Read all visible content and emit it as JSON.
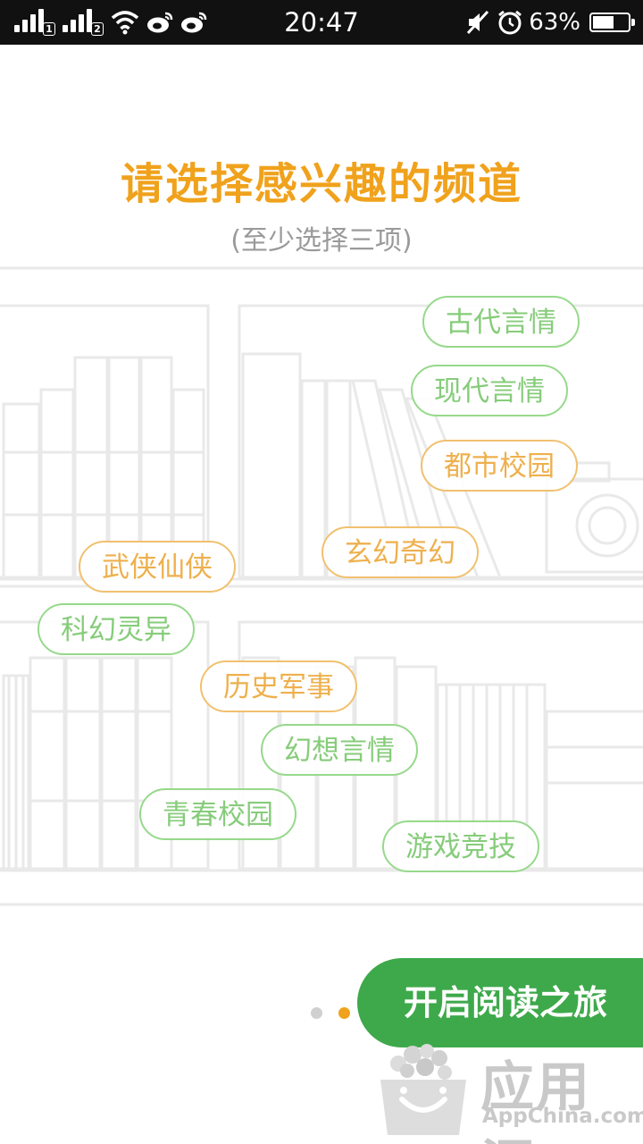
{
  "status_bar": {
    "sim1": "1",
    "sim2": "2",
    "time": "20:47",
    "battery_percent": "63%",
    "battery_level": 0.63,
    "icons": [
      "signal-icon",
      "signal-icon",
      "wifi-icon",
      "weibo-icon",
      "weibo-icon",
      "mute-icon",
      "alarm-icon",
      "battery-icon"
    ]
  },
  "header": {
    "title": "请选择感兴趣的频道",
    "subtitle": "(至少选择三项)"
  },
  "channels": [
    {
      "label": "古代言情",
      "color": "green"
    },
    {
      "label": "现代言情",
      "color": "green"
    },
    {
      "label": "都市校园",
      "color": "orange"
    },
    {
      "label": "玄幻奇幻",
      "color": "orange"
    },
    {
      "label": "武侠仙侠",
      "color": "orange"
    },
    {
      "label": "科幻灵异",
      "color": "green"
    },
    {
      "label": "历史军事",
      "color": "orange"
    },
    {
      "label": "幻想言情",
      "color": "green"
    },
    {
      "label": "青春校园",
      "color": "green"
    },
    {
      "label": "游戏竞技",
      "color": "green"
    }
  ],
  "pager": {
    "pages": 2,
    "current": 2
  },
  "start_button": {
    "label": "开启阅读之旅"
  },
  "watermark": {
    "brand": "应用汇",
    "site": "AppChina.com"
  },
  "colors": {
    "title": "#f0a21c",
    "green_tag": "#86cc7a",
    "orange_tag": "#eeb04d",
    "button": "#3ea94b",
    "dot_active": "#f0a21c",
    "dot_inactive": "#d0d0d0"
  }
}
